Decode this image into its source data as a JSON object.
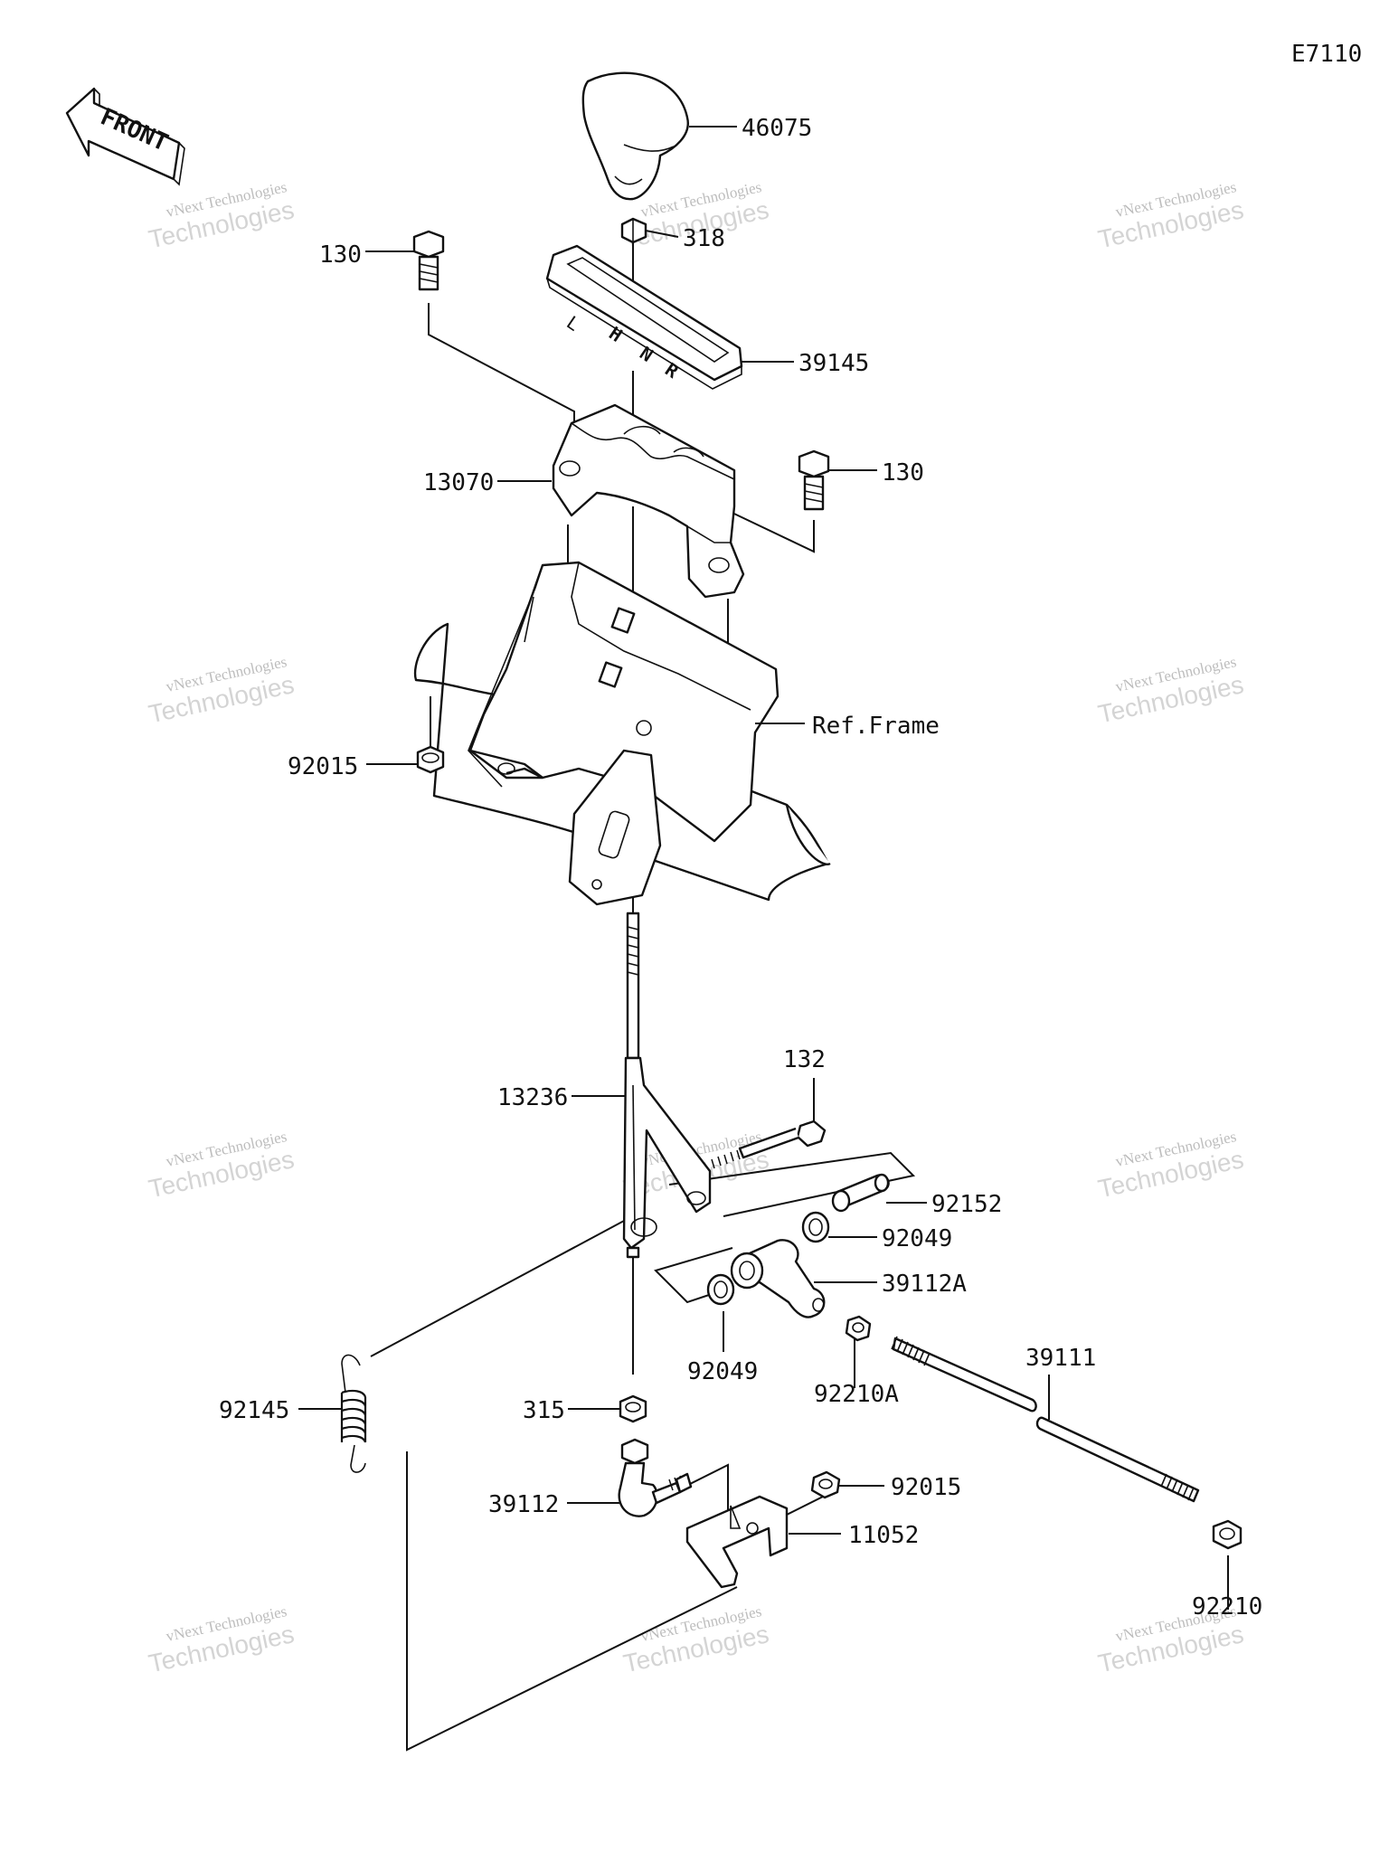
{
  "diagram": {
    "code": "E7110",
    "front_label": "FRONT",
    "gate_marks": [
      "L",
      "H",
      "N",
      "R"
    ],
    "ref_frame_label": "Ref.Frame",
    "watermark": {
      "line1": "vNext Technologies",
      "line2": "Technologies"
    },
    "parts": [
      {
        "id": "46075",
        "name": "shift-knob"
      },
      {
        "id": "318",
        "name": "knob-nut"
      },
      {
        "id": "39145",
        "name": "shift-gate-plate"
      },
      {
        "id": "130",
        "name": "bolt-left"
      },
      {
        "id": "13070",
        "name": "shift-guide"
      },
      {
        "id": "130",
        "name": "bolt-right"
      },
      {
        "id": "92015",
        "name": "nut-upper"
      },
      {
        "id": "132",
        "name": "bolt-pivot"
      },
      {
        "id": "13236",
        "name": "shift-lever"
      },
      {
        "id": "92152",
        "name": "collar"
      },
      {
        "id": "92049",
        "name": "washer-right"
      },
      {
        "id": "39112A",
        "name": "lever-joint"
      },
      {
        "id": "92049",
        "name": "washer-left"
      },
      {
        "id": "92210A",
        "name": "nut-lever-joint"
      },
      {
        "id": "39111",
        "name": "shift-rod"
      },
      {
        "id": "92145",
        "name": "spring"
      },
      {
        "id": "315",
        "name": "nut-lower"
      },
      {
        "id": "39112",
        "name": "ball-joint"
      },
      {
        "id": "92015",
        "name": "nut-lower-bracket"
      },
      {
        "id": "11052",
        "name": "bracket"
      },
      {
        "id": "92210",
        "name": "nut-rod-end"
      }
    ]
  }
}
